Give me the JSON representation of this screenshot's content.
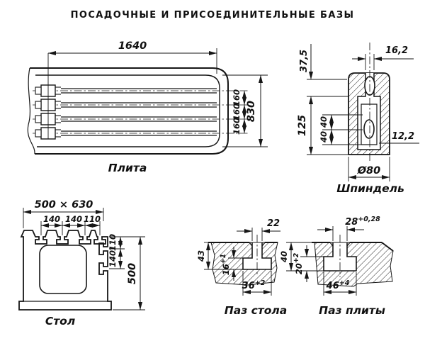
{
  "title": "ПОСАДОЧНЫЕ И ПРИСОЕДИНИТЕЛЬНЫЕ БАЗЫ",
  "plate": {
    "label": "Плита",
    "dim_length": "1640",
    "dim_height": "830",
    "dim_slot_1": "160",
    "dim_slot_2": "160",
    "dim_slot_3": "160"
  },
  "spindle": {
    "label": "Шпиндель",
    "dim_top_width": "16,2",
    "dim_top_offset": "37,5",
    "dim_length": "125",
    "dim_seg_a": "40",
    "dim_seg_b": "40",
    "dim_slot_width": "12,2",
    "dim_diameter": "Ø80"
  },
  "table": {
    "label": "Стол",
    "dim_plan": "500 × 630",
    "dim_top_1": "140",
    "dim_top_2": "140",
    "dim_top_3": "110",
    "dim_side_1": "110",
    "dim_side_2": "140",
    "dim_height": "500"
  },
  "table_slot": {
    "label": "Паз стола",
    "dim_neck": "22",
    "dim_depth": "43",
    "dim_inner": "16",
    "dim_inner_tol": "+1",
    "dim_bottom": "36",
    "dim_bottom_tol": "+2"
  },
  "plate_slot": {
    "label": "Паз плиты",
    "dim_neck": "28",
    "dim_neck_tol": "+0,28",
    "dim_depth": "40",
    "dim_inner": "20",
    "dim_inner_tol": "+2",
    "dim_bottom": "46",
    "dim_bottom_tol": "+4"
  }
}
